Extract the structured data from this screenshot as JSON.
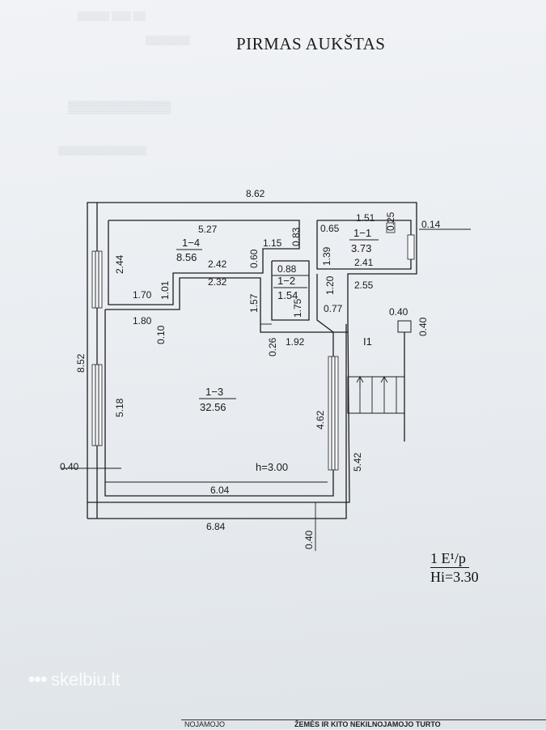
{
  "page": {
    "title": "PIRMAS AUKŠTAS"
  },
  "scale": {
    "fraction": "1 E¹/p",
    "height": "Hi=3.30"
  },
  "watermark": "skelbiu.lt",
  "footer": {
    "left": "NOJAMOJO",
    "right": "ŽEMĖS IR KITO NEKILNOJAMOJO TURTO"
  },
  "rooms": [
    {
      "id": "1−1",
      "area": "3.73"
    },
    {
      "id": "1−2",
      "area": "1.54"
    },
    {
      "id": "1−3",
      "area": "32.56"
    },
    {
      "id": "1−4",
      "area": "8.56"
    },
    {
      "id": "I1",
      "area": ""
    }
  ],
  "ceiling_height": "h=3.00",
  "dimensions": {
    "top_width": "8.62",
    "left_height": "8.52",
    "bottom_outer": "6.84",
    "bottom_inner": "6.04",
    "wall_bottom": "0.40",
    "wall_left": "0.40",
    "wall_right_outer": "0.40",
    "stair_wall": "0.40",
    "r14_top": "5.27",
    "r14_left": "2.44",
    "r14_right": "0.83",
    "r14_step": "1.15",
    "r14_step_h": "0.60",
    "r14_bottom": "2.42",
    "r14_bottom2": "2.32",
    "r14_left_step": "1.70",
    "r14_left_step_h": "1.01",
    "r13_top_left": "1.80",
    "r13_wall": "0.10",
    "r13_left": "5.18",
    "r13_right": "4.62",
    "r13_right_outer": "5.42",
    "r12_top": "0.88",
    "r12_left": "1.57",
    "r12_right": "1.20",
    "r12_inner": "1.75",
    "r12_wall": "0.77",
    "corr_width": "1.92",
    "corr_wall": "0.26",
    "r11_left_top": "0.65",
    "r11_top": "1.51",
    "r11_top_right": "0.25",
    "r11_right": "0.14",
    "r11_left": "1.39",
    "r11_bottom": "2.41",
    "r11_bottom2": "2.55",
    "stair_w": "0.40"
  }
}
